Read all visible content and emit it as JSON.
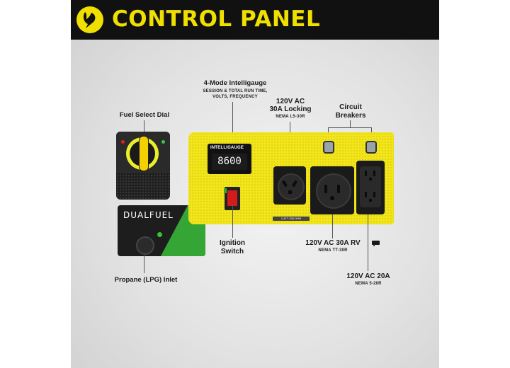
{
  "header": {
    "title": "CONTROL PANEL"
  },
  "labels": {
    "intelligauge_title": "4-Mode Intelligauge",
    "intelligauge_sub1": "SESSION & TOTAL RUN TIME,",
    "intelligauge_sub2": "VOLTS, FREQUENCY",
    "locking_line1": "120V AC",
    "locking_line2": "30A Locking",
    "locking_sub": "NEMA L5-30R",
    "breakers_line1": "Circuit",
    "breakers_line2": "Breakers",
    "fuel_select": "Fuel Select Dial",
    "ignition_line1": "Ignition",
    "ignition_line2": "Switch",
    "rv_label": "120V AC 30A RV",
    "rv_sub": "NEMA TT-30R",
    "ac20_label": "120V AC 20A",
    "ac20_sub": "NEMA 5-20R",
    "propane": "Propane (LPG) Inlet"
  },
  "panel": {
    "gauge_brand": "INTELLIGAUGE",
    "gauge_reading": "8600",
    "dual_fuel_logo": "DUALFUEL",
    "phone_strip": "1-877-338-0999"
  },
  "colors": {
    "brand_yellow": "#f1e51c",
    "header_bg": "#111111",
    "dual_fuel_green": "#35a535",
    "ignition_red": "#d21c1c"
  }
}
